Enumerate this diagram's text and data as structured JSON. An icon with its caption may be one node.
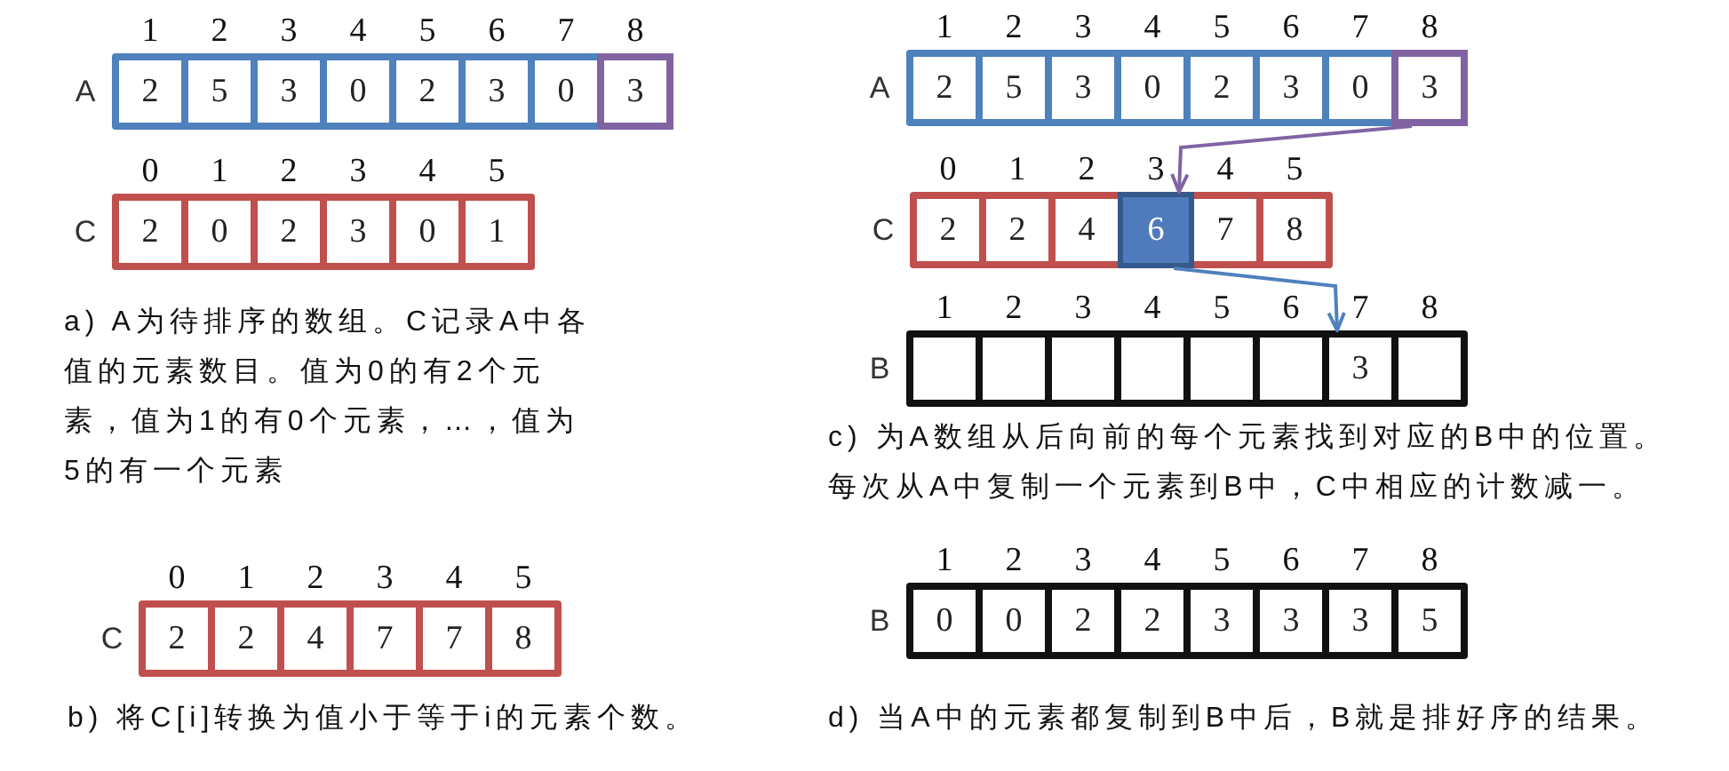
{
  "diagram": {
    "nodes": [
      {
        "text": [
          "A"
        ]
      },
      {
        "text": [
          "2"
        ],
        "beside": [
          "1"
        ],
        "in": 0
      },
      {
        "text": [
          "5"
        ],
        "beside": [
          "2"
        ],
        "in": 0
      },
      {
        "text": [
          "3"
        ],
        "beside": [
          "3"
        ],
        "in": 0
      },
      {
        "text": [
          "0"
        ],
        "beside": [
          "4"
        ],
        "in": 0
      },
      {
        "text": [
          "2"
        ],
        "beside": [
          "5"
        ],
        "in": 0
      },
      {
        "text": [
          "3"
        ],
        "beside": [
          "6"
        ],
        "in": 0
      },
      {
        "text": [
          "0"
        ],
        "beside": [
          "7"
        ],
        "in": 0
      },
      {
        "text": [
          "3"
        ],
        "beside": [
          "8"
        ],
        "in": 0
      },
      {
        "text": [
          "C"
        ]
      },
      {
        "text": [
          "2"
        ],
        "beside": [
          "0"
        ],
        "in": 9
      },
      {
        "text": [
          "0"
        ],
        "beside": [
          "1"
        ],
        "in": 9
      },
      {
        "text": [
          "2"
        ],
        "beside": [
          "2"
        ],
        "in": 9
      },
      {
        "text": [
          "3"
        ],
        "beside": [
          "3"
        ],
        "in": 9
      },
      {
        "text": [
          "0"
        ],
        "beside": [
          "4"
        ],
        "in": 9
      },
      {
        "text": [
          "1"
        ],
        "beside": [
          "5"
        ],
        "in": 9
      },
      {
        "text": [
          "C"
        ]
      },
      {
        "text": [
          "2"
        ],
        "beside": [
          "0"
        ],
        "in": 16
      },
      {
        "text": [
          "2"
        ],
        "beside": [
          "1"
        ],
        "in": 16
      },
      {
        "text": [
          "4"
        ],
        "beside": [
          "2"
        ],
        "in": 16
      },
      {
        "text": [
          "7"
        ],
        "beside": [
          "3"
        ],
        "in": 16
      },
      {
        "text": [
          "7"
        ],
        "beside": [
          "4"
        ],
        "in": 16
      },
      {
        "text": [
          "8"
        ],
        "beside": [
          "5"
        ],
        "in": 16
      },
      {
        "text": [
          "A"
        ]
      },
      {
        "text": [
          "2"
        ],
        "beside": [
          "1"
        ],
        "in": 23
      },
      {
        "text": [
          "5"
        ],
        "beside": [
          "2"
        ],
        "in": 23
      },
      {
        "text": [
          "3"
        ],
        "beside": [
          "3"
        ],
        "in": 23
      },
      {
        "text": [
          "0"
        ],
        "beside": [
          "4"
        ],
        "in": 23
      },
      {
        "text": [
          "2"
        ],
        "beside": [
          "5"
        ],
        "in": 23
      },
      {
        "text": [
          "3"
        ],
        "beside": [
          "6"
        ],
        "in": 23
      },
      {
        "text": [
          "0"
        ],
        "beside": [
          "7"
        ],
        "in": 23
      },
      {
        "text": [
          "3"
        ],
        "beside": [
          "8"
        ],
        "in": 23
      },
      {
        "text": [
          "C"
        ]
      },
      {
        "text": [
          "2"
        ],
        "beside": [
          "0"
        ],
        "in": 32
      },
      {
        "text": [
          "2"
        ],
        "beside": [
          "1"
        ],
        "in": 32
      },
      {
        "text": [
          "4"
        ],
        "beside": [
          "2"
        ],
        "in": 32
      },
      {
        "text": [
          "6"
        ],
        "beside": [
          "3"
        ],
        "in": 32
      },
      {
        "text": [
          "7"
        ],
        "beside": [
          "4"
        ],
        "in": 32
      },
      {
        "text": [
          "8"
        ],
        "beside": [
          "5"
        ],
        "in": 32
      },
      {
        "text": [
          "B"
        ]
      },
      {
        "text": [],
        "shape": "box",
        "beside": [
          "1"
        ],
        "in": 39
      },
      {
        "text": [],
        "shape": "box",
        "beside": [
          "2"
        ],
        "in": 39
      },
      {
        "text": [],
        "shape": "box",
        "beside": [
          "3"
        ],
        "in": 39
      },
      {
        "text": [],
        "shape": "box",
        "beside": [
          "4"
        ],
        "in": 39
      },
      {
        "text": [],
        "shape": "box",
        "beside": [
          "5"
        ],
        "in": 39
      },
      {
        "text": [],
        "shape": "box",
        "beside": [
          "6"
        ],
        "in": 39
      },
      {
        "text": [
          "3"
        ],
        "beside": [
          "7"
        ],
        "in": 39
      },
      {
        "text": [],
        "shape": "box",
        "beside": [
          "8"
        ],
        "in": 39
      },
      {
        "text": [
          "B"
        ]
      },
      {
        "text": [
          "0"
        ],
        "beside": [
          "1"
        ],
        "in": 48
      },
      {
        "text": [
          "0"
        ],
        "beside": [
          "2"
        ],
        "in": 48
      },
      {
        "text": [
          "2"
        ],
        "beside": [
          "3"
        ],
        "in": 48
      },
      {
        "text": [
          "2"
        ],
        "beside": [
          "4"
        ],
        "in": 48
      },
      {
        "text": [
          "3"
        ],
        "beside": [
          "5"
        ],
        "in": 48
      },
      {
        "text": [
          "3"
        ],
        "beside": [
          "6"
        ],
        "in": 48
      },
      {
        "text": [
          "3"
        ],
        "beside": [
          "7"
        ],
        "in": 48
      },
      {
        "text": [
          "5"
        ],
        "beside": [
          "8"
        ],
        "in": 48
      }
    ],
    "edges": [
      {
        "from": 31,
        "to": 36,
        "arrow": "to",
        "color": "#8064a2"
      },
      {
        "from": 36,
        "to": 46,
        "arrow": "to",
        "color": "#4f81bd"
      }
    ],
    "labels": [
      "a) A为待排序的数组。C记录A中各值的元素数目。值为0的有2个元素，值为1的有0个元素，…，值为5的有一个元素",
      "b) 将C[i]转换为值小于等于i的元素个数。",
      "c) 为A数组从后向前的每个元素找到对应的B中的位置。每次从A中复制一个元素到B中，C中相应的计数减一。",
      "d) 当A中的元素都复制到B中后，B就是排好序的结果。"
    ]
  }
}
